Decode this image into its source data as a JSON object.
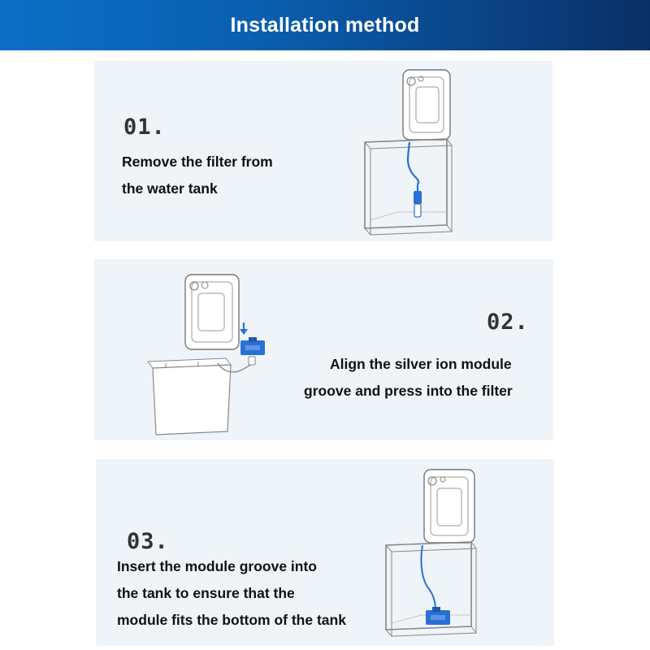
{
  "header": {
    "title": "Installation method"
  },
  "steps": [
    {
      "number": "01.",
      "lines": [
        "Remove the filter from",
        "the water tank"
      ]
    },
    {
      "number": "02.",
      "lines": [
        "Align the silver ion module",
        "groove and press into the filter"
      ]
    },
    {
      "number": "03.",
      "lines": [
        "Insert the module groove into",
        "the tank to ensure that the",
        "module fits the bottom of the tank"
      ]
    }
  ],
  "colors": {
    "header_start": "#0b6fc4",
    "header_end": "#0a2f66",
    "panel_bg": "#eef4f8",
    "accent_blue": "#2a6fd6"
  }
}
